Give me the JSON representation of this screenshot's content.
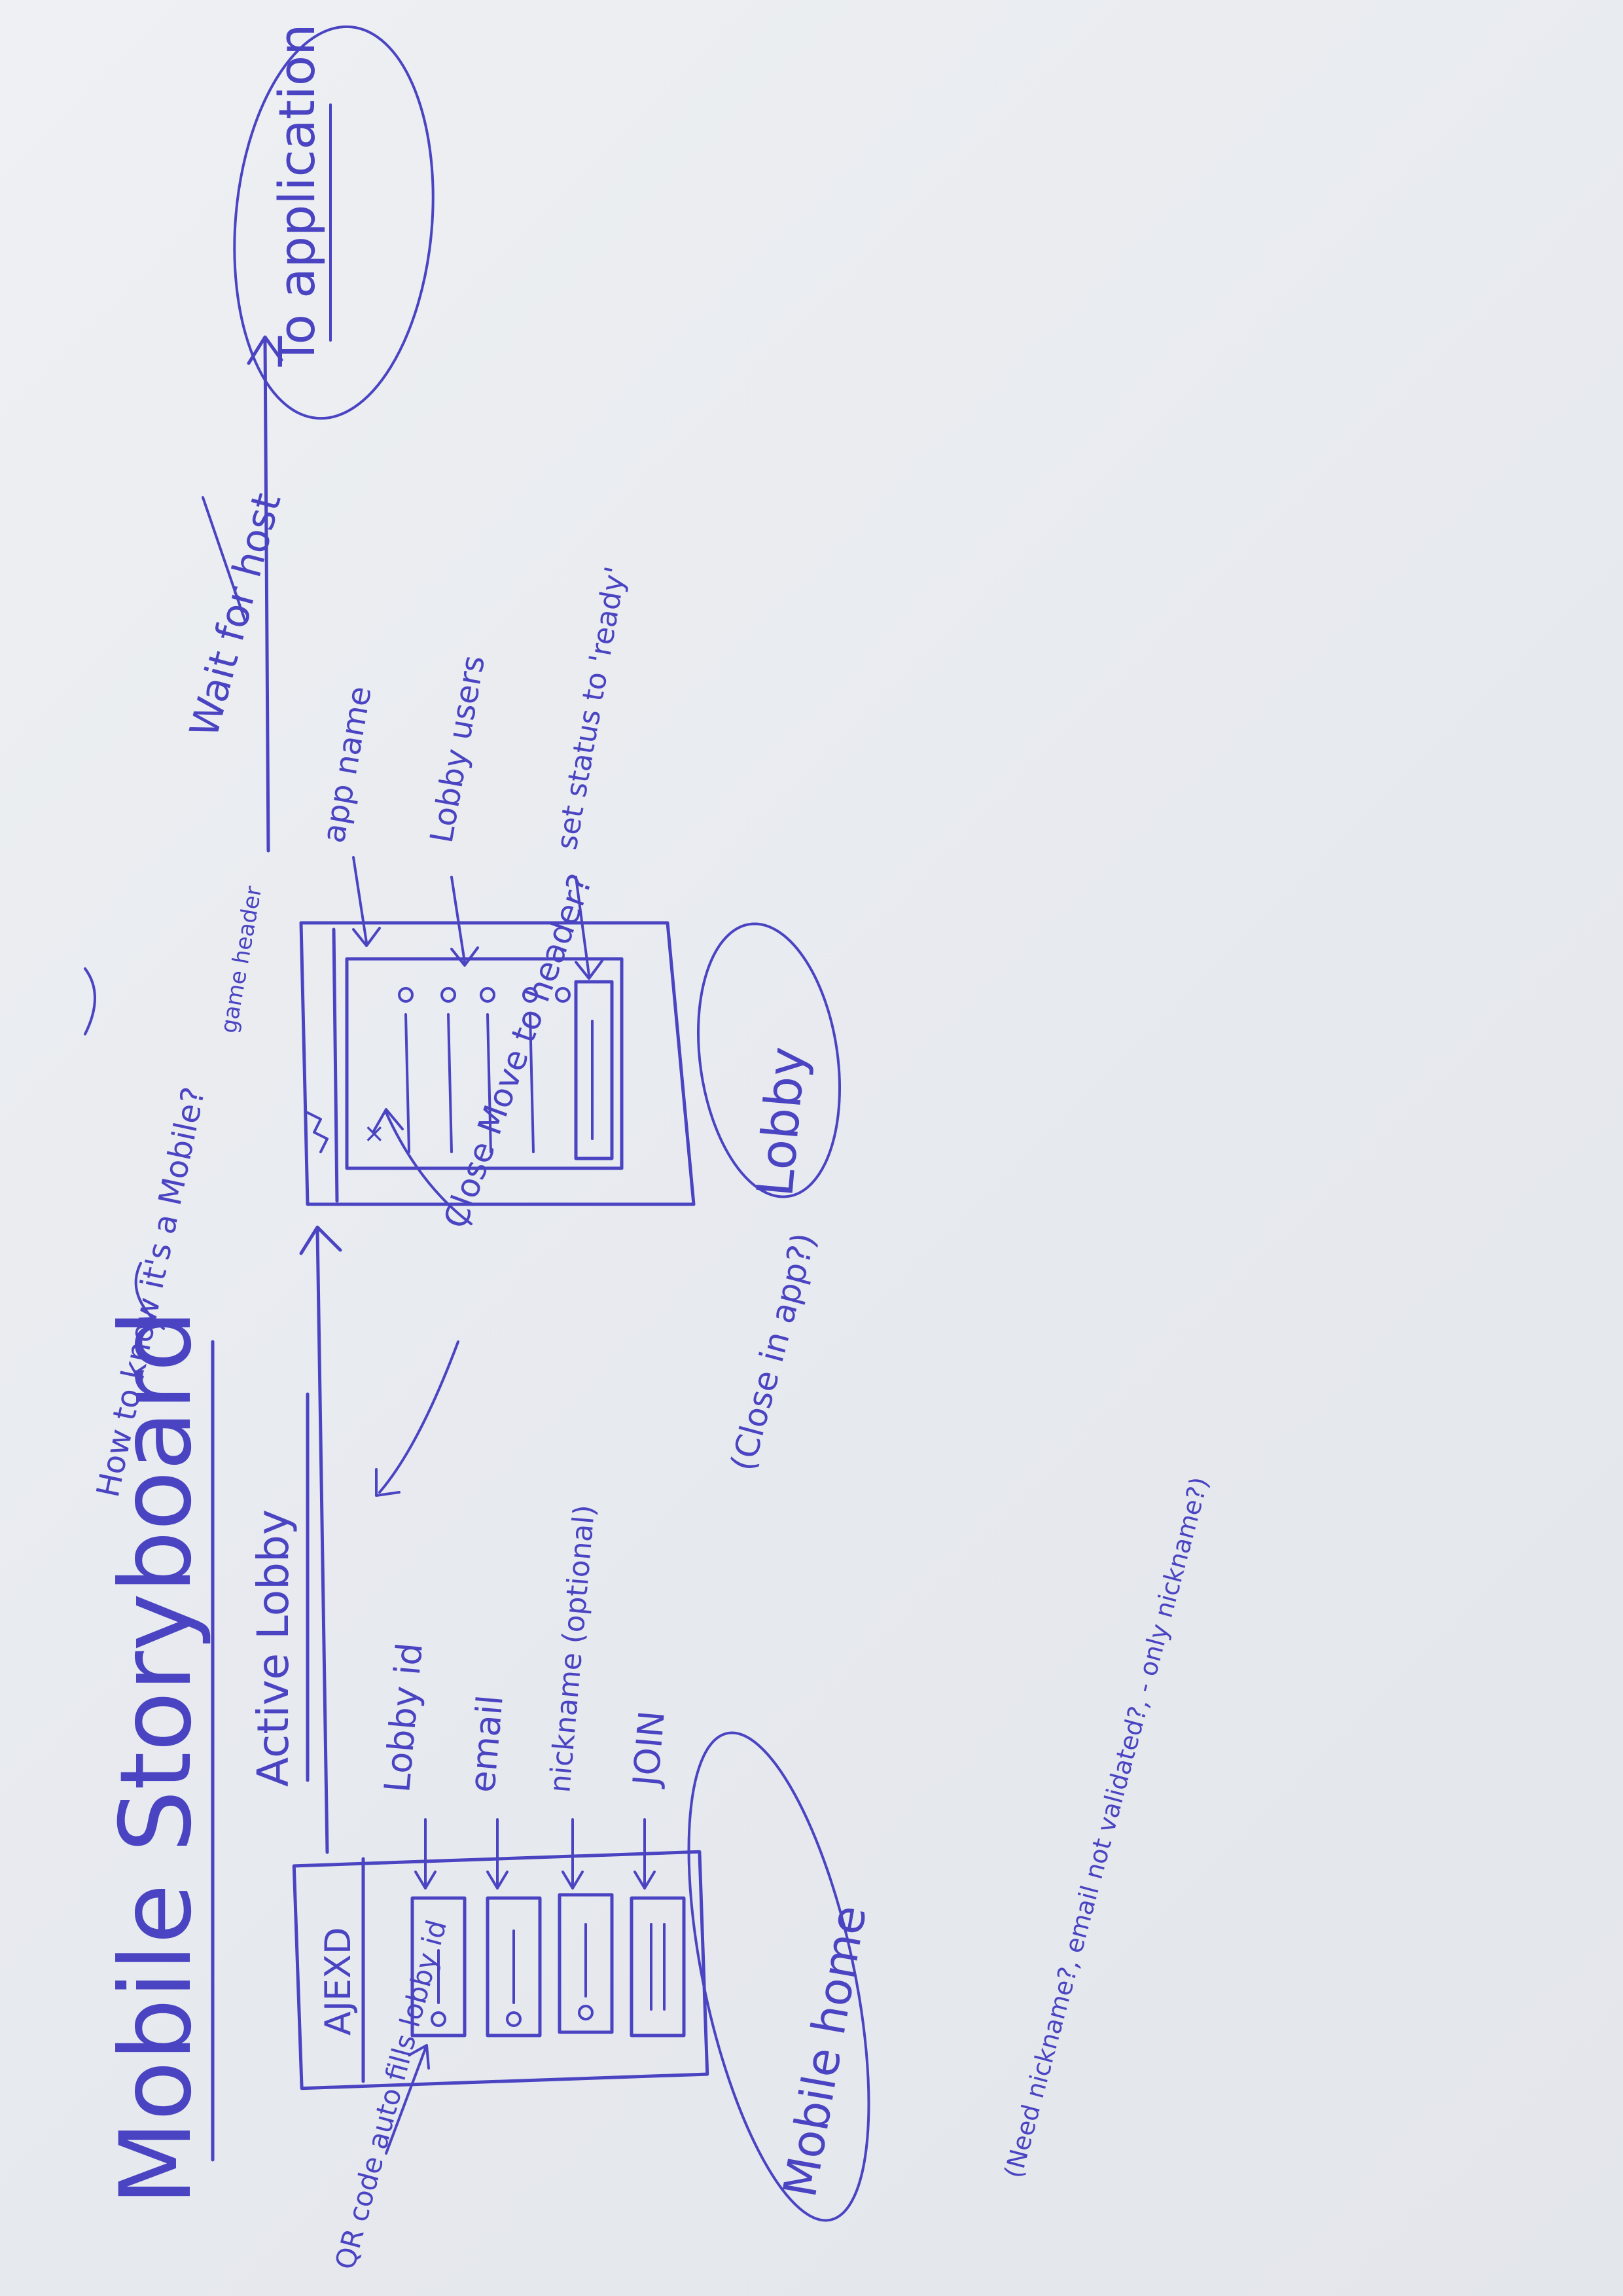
{
  "colors": {
    "ink": "#4a44c2",
    "paper": "#e9ecf0"
  },
  "title": "Mobile Storyboard",
  "question_mobile": "How to know it's a Mobile?",
  "mobile_home": {
    "label": "Mobile home",
    "header_text": "AJEXD",
    "fields": [
      "Lobby id",
      "email",
      "nickname (optional)",
      "JOIN"
    ],
    "qr_note": "QR code auto fills lobby id",
    "nickname_note": "(Need nickname?, email not validated?, - only nickname?)"
  },
  "active_lobby": "Active Lobby",
  "lobby": {
    "label": "Lobby",
    "game_header": "game header",
    "app_name": "app name",
    "lobby_users": "Lobby users",
    "set_status": "set status to 'ready'",
    "close_note": "Close Move to header?",
    "close_in_app": "(Close in app?)"
  },
  "wait_for_host": "Wait for host",
  "to_application": "To application"
}
